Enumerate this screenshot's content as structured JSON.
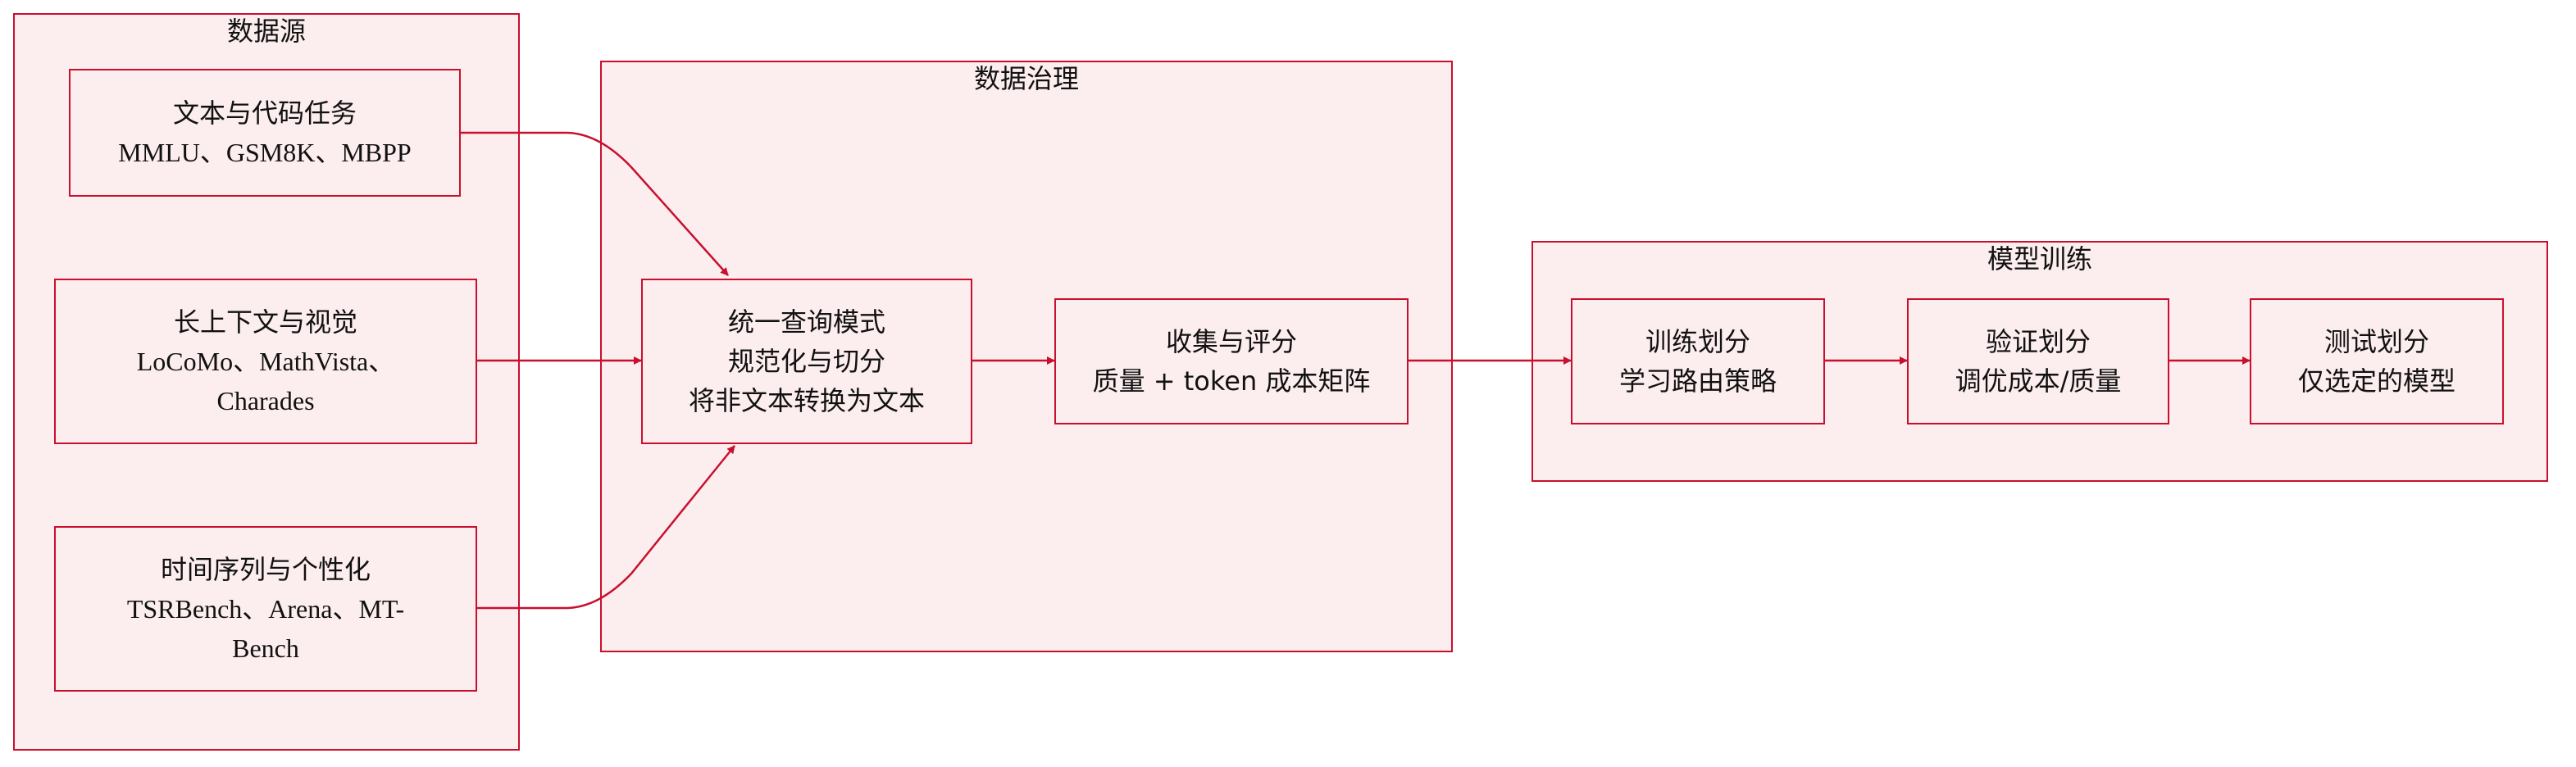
{
  "groups": {
    "sources": {
      "title": "数据源"
    },
    "governance": {
      "title": "数据治理"
    },
    "training": {
      "title": "模型训练"
    }
  },
  "nodes": {
    "text_code": {
      "lines": [
        "文本与代码任务",
        "MMLU、GSM8K、MBPP"
      ]
    },
    "long_context": {
      "lines": [
        "长上下文与视觉",
        "LoCoMo、MathVista、",
        "Charades"
      ]
    },
    "time_series": {
      "lines": [
        "时间序列与个性化",
        "TSRBench、Arena、MT-",
        "Bench"
      ]
    },
    "unify": {
      "lines": [
        "统一查询模式",
        "规范化与切分",
        "将非文本转换为文本"
      ]
    },
    "collect": {
      "lines": [
        "收集与评分",
        "质量 + token 成本矩阵"
      ]
    },
    "train_split": {
      "lines": [
        "训练划分",
        "学习路由策略"
      ]
    },
    "val_split": {
      "lines": [
        "验证划分",
        "调优成本/质量"
      ]
    },
    "test_split": {
      "lines": [
        "测试划分",
        "仅选定的模型"
      ]
    }
  },
  "colors": {
    "stroke": "#c8102e",
    "fill": "#fcedee"
  }
}
